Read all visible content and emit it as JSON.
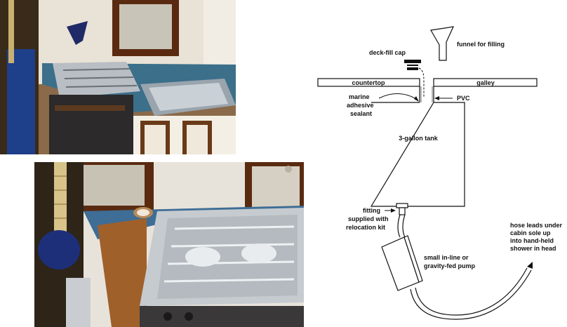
{
  "diagram": {
    "funnel_label": "funnel for filling",
    "deck_fill_cap_label": "deck-fill cap",
    "countertop_label": "countertop",
    "galley_label": "galley",
    "sealant_label": [
      "marine",
      "adhesive",
      "sealant"
    ],
    "pvc_label": "PVC",
    "tank_label": "3-gallon tank",
    "fitting_label": [
      "fitting",
      "supplied with",
      "relocation kit"
    ],
    "pump_label": [
      "small in-line or",
      "gravity-fed pump"
    ],
    "hose_label": [
      "hose leads under",
      "cabin sole up",
      "into hand-held",
      "shower in head"
    ]
  }
}
